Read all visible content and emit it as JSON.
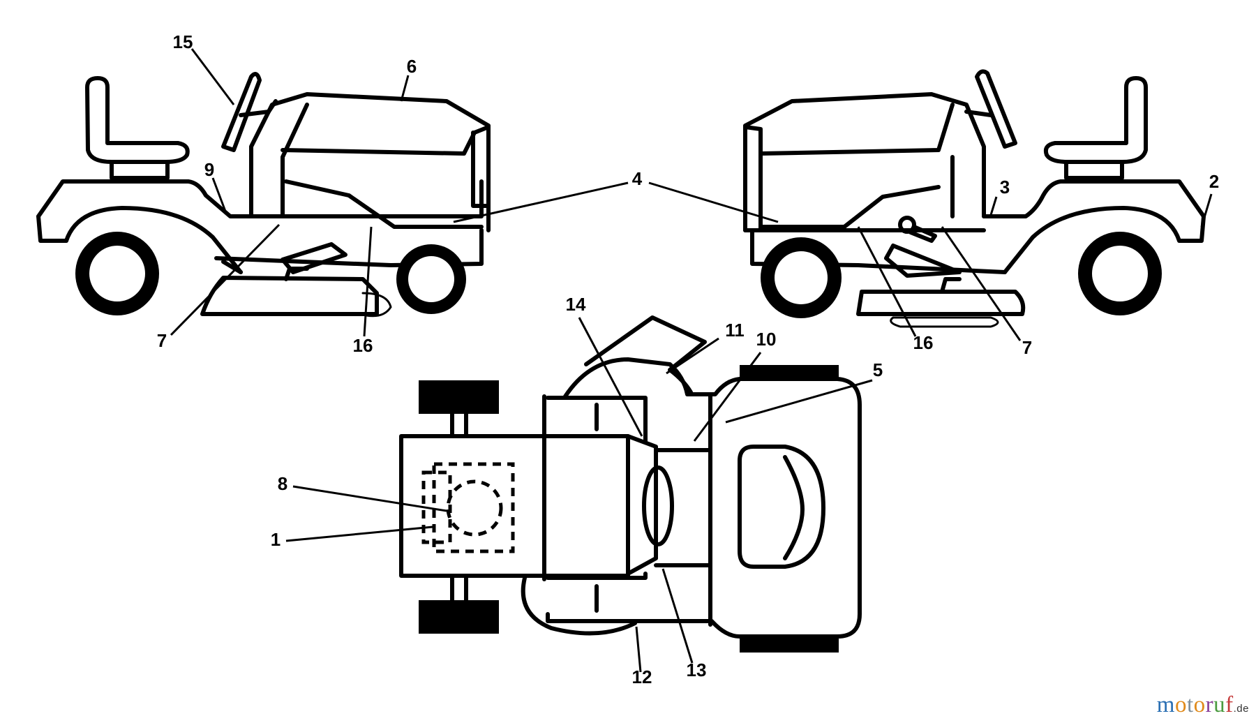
{
  "callouts": {
    "c1": "1",
    "c2": "2",
    "c3": "3",
    "c4": "4",
    "c5": "5",
    "c6": "6",
    "c7_left": "7",
    "c7_right": "7",
    "c8": "8",
    "c9": "9",
    "c10": "10",
    "c11": "11",
    "c12": "12",
    "c13": "13",
    "c14": "14",
    "c15": "15",
    "c16_left": "16",
    "c16_right": "16"
  },
  "watermark": {
    "letters": [
      "m",
      "o",
      "t",
      "o",
      "r",
      "u",
      "f"
    ],
    "letter_colors": [
      "#2a6fb3",
      "#e08a1b",
      "#7f8f9a",
      "#e08a1b",
      "#8a3f9a",
      "#4a9a3f",
      "#c43a3a"
    ],
    "suffix": ".de"
  }
}
